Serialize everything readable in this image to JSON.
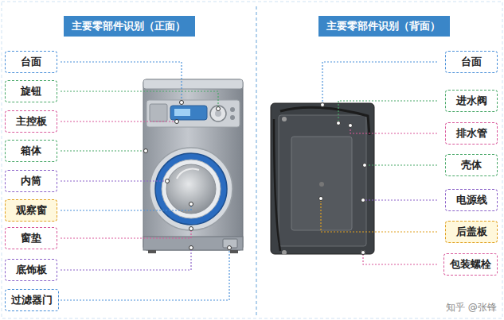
{
  "diagram": {
    "nodes": [
      {
        "text": [
          "主要零部件识别（正面）"
        ]
      },
      {
        "text": [
          "台面"
        ]
      },
      {
        "text": [
          "旋钮"
        ]
      },
      {
        "text": [
          "主控板"
        ]
      },
      {
        "text": [
          "箱体"
        ]
      },
      {
        "text": [
          "内筒"
        ]
      },
      {
        "text": [
          "观察窗"
        ]
      },
      {
        "text": [
          "窗垫"
        ]
      },
      {
        "text": [
          "底饰板"
        ]
      },
      {
        "text": [
          "过滤器门"
        ]
      },
      {
        "text": [
          "主要零部件识别（背面）"
        ]
      },
      {
        "text": [
          "台面"
        ]
      },
      {
        "text": [
          "进水阀"
        ]
      },
      {
        "text": [
          "排水管"
        ]
      },
      {
        "text": [
          "壳体"
        ]
      },
      {
        "text": [
          "电源线"
        ]
      },
      {
        "text": [
          "后盖板"
        ]
      },
      {
        "text": [
          "包装螺栓"
        ]
      }
    ],
    "labels": [
      "知乎 @张锋"
    ]
  }
}
